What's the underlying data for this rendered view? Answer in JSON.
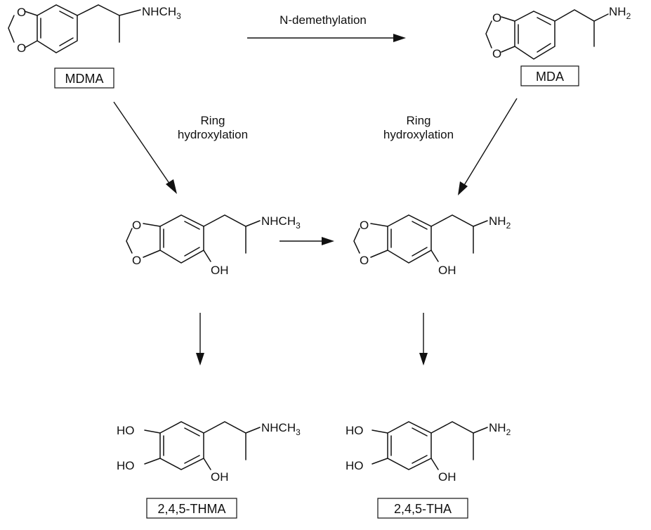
{
  "labels": {
    "mdma": "MDMA",
    "mda": "MDA",
    "thma": "2,4,5-THMA",
    "tha": "2,4,5-THA"
  },
  "reactions": {
    "n_demethylation": "N-demethylation",
    "ring_hydroxylation_line1": "Ring",
    "ring_hydroxylation_line2": "hydroxylation"
  },
  "atoms": {
    "O": "O",
    "OH": "OH",
    "HO": "HO",
    "NHCH": "NHCH",
    "three": "3",
    "NH": "NH",
    "two": "2"
  }
}
